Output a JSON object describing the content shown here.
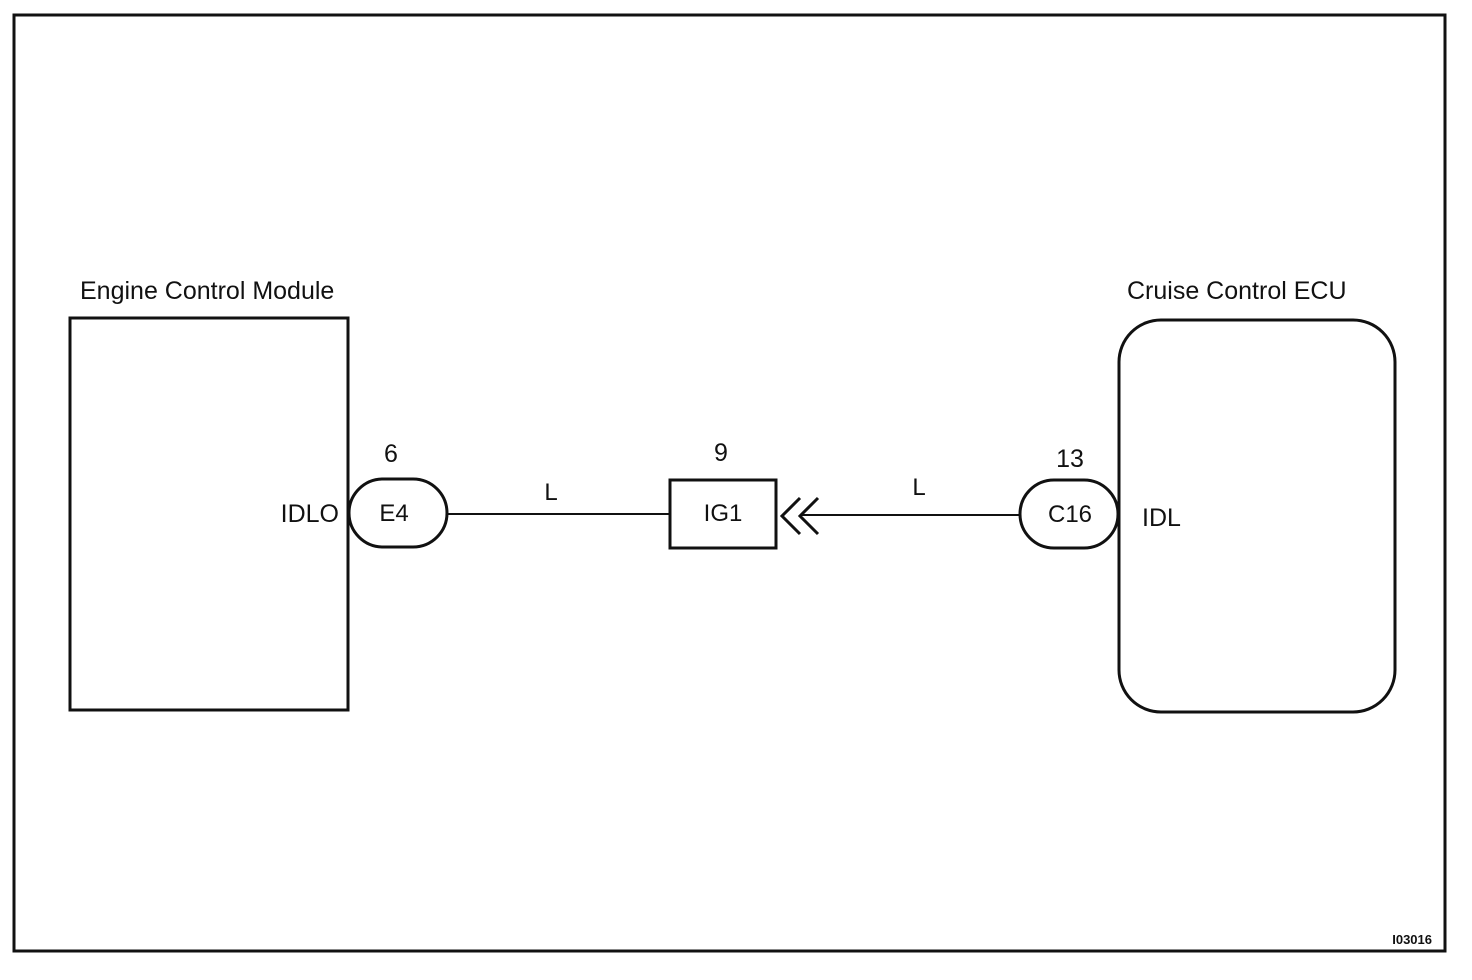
{
  "modules": {
    "left": {
      "title": "Engine Control Module",
      "terminal": "IDLO"
    },
    "right": {
      "title": "Cruise Control ECU",
      "terminal": "IDL"
    }
  },
  "connectors": {
    "left": {
      "id": "E4",
      "pin": "6"
    },
    "middle": {
      "id": "IG1",
      "pin": "9"
    },
    "right": {
      "id": "C16",
      "pin": "13"
    }
  },
  "wires": {
    "left_color": "L",
    "right_color": "L"
  },
  "figure_code": "I03016",
  "colors": {
    "line": "#111111",
    "background": "#ffffff"
  }
}
